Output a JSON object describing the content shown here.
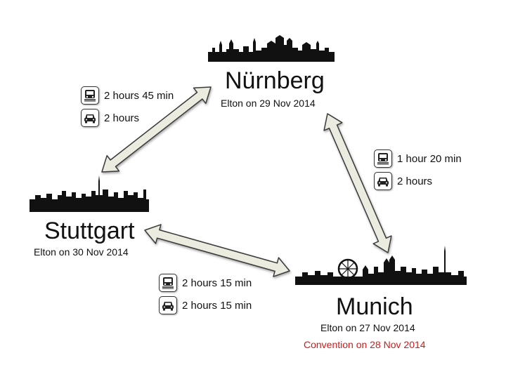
{
  "cities": {
    "nurnberg": {
      "name": "Nürnberg",
      "subtitle": "Elton on 29 Nov 2014"
    },
    "stuttgart": {
      "name": "Stuttgart",
      "subtitle": "Elton on 30 Nov 2014"
    },
    "munich": {
      "name": "Munich",
      "subtitle": "Elton on 27 Nov 2014",
      "note": "Convention on 28 Nov 2014",
      "note_color": "#d01b1b"
    }
  },
  "routes": {
    "stuttgart_nurnberg": {
      "train": "2 hours 45 min",
      "car": "2 hours"
    },
    "nurnberg_munich": {
      "train": "1 hour 20 min",
      "car": "2 hours"
    },
    "stuttgart_munich": {
      "train": "2 hours 15 min",
      "car": "2 hours 15 min"
    }
  },
  "icons": {
    "train": "train-icon",
    "car": "car-icon"
  },
  "colors": {
    "arrow_fill": "#ecebdf",
    "arrow_stroke": "#3a3a3a",
    "skyline": "#111111"
  }
}
